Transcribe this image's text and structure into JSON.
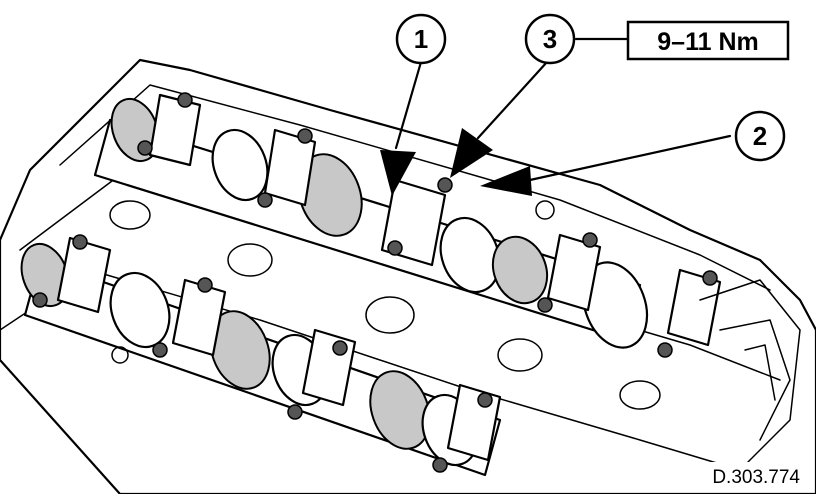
{
  "callouts": [
    {
      "id": "1",
      "label": "1"
    },
    {
      "id": "2",
      "label": "2"
    },
    {
      "id": "3",
      "label": "3"
    }
  ],
  "torque_spec": "9–11 Nm",
  "reference_code": "D.303.774"
}
